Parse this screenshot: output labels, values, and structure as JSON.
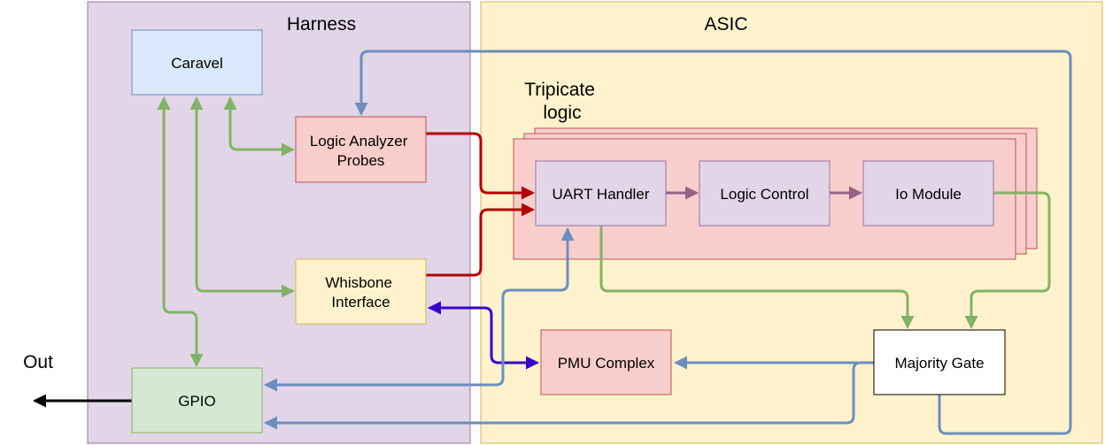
{
  "regions": {
    "harness": "Harness",
    "asic": "ASIC",
    "tripicate": [
      "Tripicate",
      "logic"
    ]
  },
  "nodes": {
    "caravel": [
      "Caravel"
    ],
    "logic_analyzer": [
      "Logic Analyzer",
      "Probes"
    ],
    "wishbone": [
      "Whisbone",
      "Interface"
    ],
    "gpio": [
      "GPIO"
    ],
    "uart": [
      "UART Handler"
    ],
    "logic_control": [
      "Logic Control"
    ],
    "io_module": [
      "Io Module"
    ],
    "pmu": [
      "PMU Complex"
    ],
    "majority": [
      "Majority Gate"
    ]
  },
  "out_label": "Out",
  "colors": {
    "harness_fill": "#e1d5e7",
    "harness_stroke": "#9673a6",
    "asic_fill": "#fff2cc",
    "asic_stroke": "#d6b656",
    "blue_fill": "#dae8fc",
    "blue_stroke": "#6c8ebf",
    "red_fill": "#f8cecc",
    "red_stroke": "#b85450",
    "green_fill": "#d5e8d4",
    "green_stroke": "#82b366",
    "edge_green": "#82b366",
    "edge_blue": "#6c8ebf",
    "edge_red": "#b20000",
    "edge_purple": "#996185",
    "edge_indigo": "#3700cc"
  }
}
